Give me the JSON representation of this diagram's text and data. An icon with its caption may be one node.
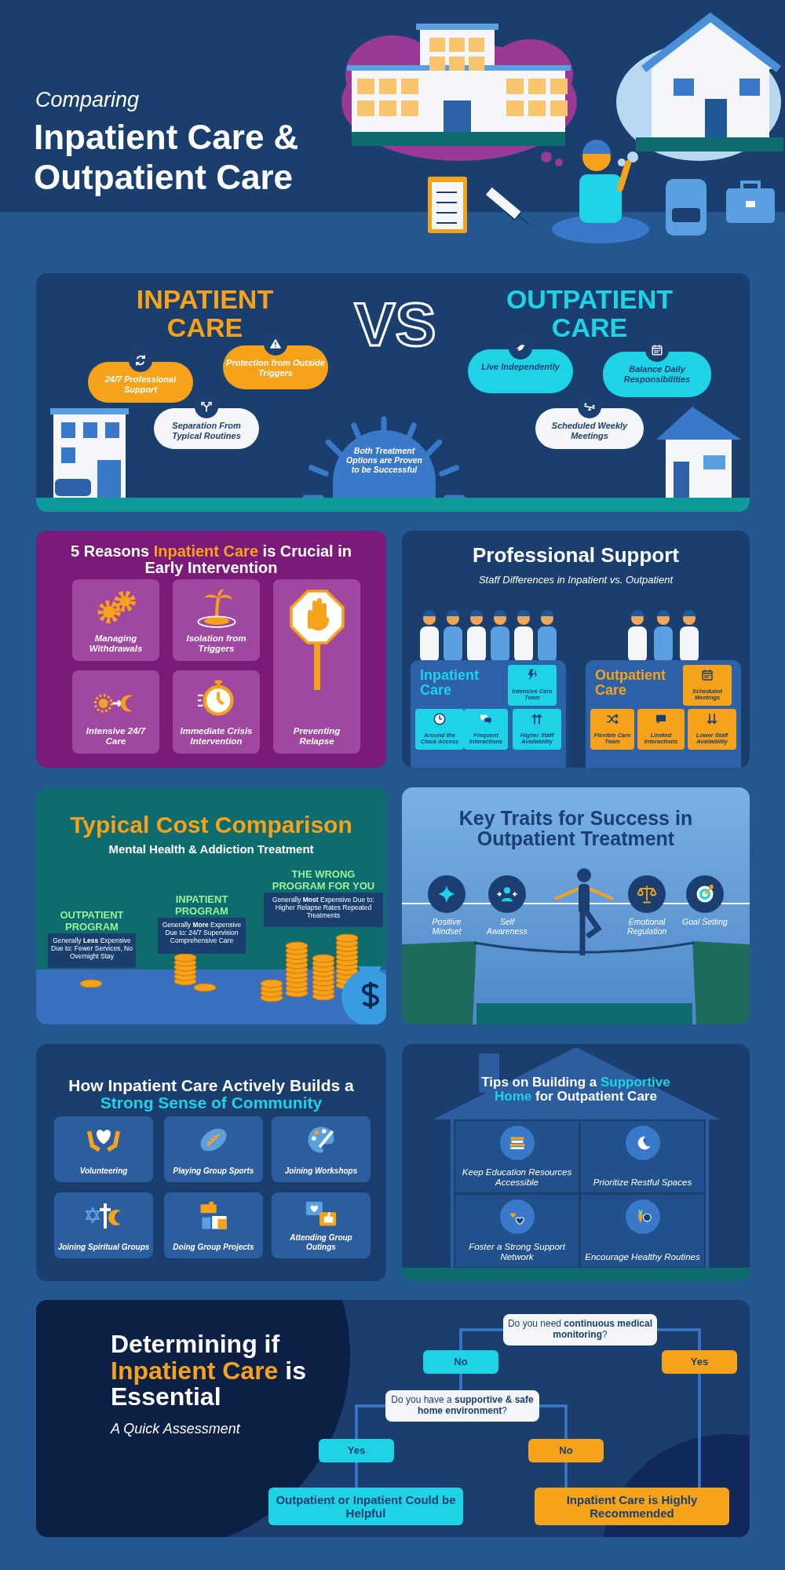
{
  "diagram": {
    "title": "Inpatient Care & Outpatient Care",
    "nodes": [
      {
        "text": [
          "INPATIENT CARE",
          "VS",
          "OUTPATIENT CARE"
        ]
      },
      {
        "text": [
          "24/7 Professional Support"
        ],
        "in": 0
      },
      {
        "text": [
          "Protection from Outside Triggers"
        ],
        "in": 0
      },
      {
        "text": [
          "Separation From Typical Routines"
        ],
        "in": 0
      },
      {
        "text": [
          "Live Independently"
        ],
        "in": 0
      },
      {
        "text": [
          "Balance Daily Responsibilities"
        ],
        "in": 0
      },
      {
        "text": [
          "Scheduled Weekly Meetings"
        ],
        "in": 0
      },
      {
        "text": [
          "Both Treatment Options are Proven to be Successful"
        ],
        "in": 0
      },
      {
        "text": [
          "5 Reasons **Inpatient Care** is Crucial in Early Intervention"
        ]
      },
      {
        "text": [
          "Managing Withdrawals"
        ],
        "in": 8
      },
      {
        "text": [
          "Isolation from Triggers"
        ],
        "in": 8
      },
      {
        "text": [
          "Preventing Relapse"
        ],
        "in": 8
      },
      {
        "text": [
          "Intensive 24/7 Care"
        ],
        "in": 8
      },
      {
        "text": [
          "Immediate Crisis Intervention"
        ],
        "in": 8
      },
      {
        "text": [
          "Professional Support",
          "Staff Differences in Inpatient vs. Outpatient"
        ]
      },
      {
        "text": [
          "Inpatient Care"
        ],
        "in": 14
      },
      {
        "text": [
          "Intensive Care Team"
        ],
        "in": 15
      },
      {
        "text": [
          "Around the Clock Access"
        ],
        "in": 15
      },
      {
        "text": [
          "Frequent Interactions"
        ],
        "in": 15
      },
      {
        "text": [
          "Higher Staff Availability"
        ],
        "in": 15
      },
      {
        "text": [
          "Outpatient Care"
        ],
        "in": 14
      },
      {
        "text": [
          "Scheduled Meetings"
        ],
        "in": 20
      },
      {
        "text": [
          "Flexible Care Team"
        ],
        "in": 20
      },
      {
        "text": [
          "Limited Interactions"
        ],
        "in": 20
      },
      {
        "text": [
          "Lower Staff Availability"
        ],
        "in": 20
      },
      {
        "text": [
          "Typical Cost Comparison",
          "Mental Health & Addiction Treatment"
        ]
      },
      {
        "text": [
          "OUTPATIENT PROGRAM",
          "Generally **Less** Expensive Due to: Fewer Services, No Overnight Stay"
        ],
        "in": 25
      },
      {
        "text": [
          "INPATIENT PROGRAM",
          "Generally **More** Expensive Due to: 24/7 Supervision Comprehensive Care"
        ],
        "in": 25
      },
      {
        "text": [
          "THE WRONG PROGRAM FOR YOU",
          "Generally **Most** Expensive Due to: Higher Relapse Rates Repeated Treatments"
        ],
        "in": 25
      },
      {
        "text": [
          "Key Traits for Success in Outpatient Treatment"
        ]
      },
      {
        "text": [
          "Positive Mindset"
        ],
        "in": 29
      },
      {
        "text": [
          "Self Awareness"
        ],
        "in": 29
      },
      {
        "text": [
          "Emotional Regulation"
        ],
        "in": 29
      },
      {
        "text": [
          "Goal Setting"
        ],
        "in": 29
      },
      {
        "text": [
          "How Inpatient Care Actively Builds a **Strong Sense of Community**"
        ]
      },
      {
        "text": [
          "Volunteering"
        ],
        "in": 34
      },
      {
        "text": [
          "Playing Group Sports"
        ],
        "in": 34
      },
      {
        "text": [
          "Joining Workshops"
        ],
        "in": 34
      },
      {
        "text": [
          "Joining Spiritual Groups"
        ],
        "in": 34
      },
      {
        "text": [
          "Doing Group Projects"
        ],
        "in": 34
      },
      {
        "text": [
          "Attending Group Outings"
        ],
        "in": 34
      },
      {
        "text": [
          "Tips on Building a **Supportive Home** for Outpatient Care"
        ]
      },
      {
        "text": [
          "Keep Education Resources Accessible"
        ],
        "in": 41
      },
      {
        "text": [
          "Prioritize Restful Spaces"
        ],
        "in": 41
      },
      {
        "text": [
          "Foster a Strong Support Network"
        ],
        "in": 41
      },
      {
        "text": [
          "Encourage Healthy Routines"
        ],
        "in": 41
      },
      {
        "text": [
          "Determining if **Inpatient Care** is Essential",
          "A Quick Assessment"
        ]
      },
      {
        "text": [
          "Do you need **continuous medical monitoring**?"
        ],
        "in": 46
      },
      {
        "text": [
          "Do you have a **supportive & safe home environment**?"
        ],
        "in": 46
      },
      {
        "text": [
          "Outpatient or Inpatient Could be Helpful"
        ],
        "in": 46
      },
      {
        "text": [
          "Inpatient Care is Highly Recommended"
        ],
        "in": 46
      }
    ],
    "edges": [
      {
        "from": 47,
        "to": 48,
        "arrow": "none",
        "label": "No"
      },
      {
        "from": 47,
        "to": 50,
        "arrow": "none",
        "label": "Yes"
      },
      {
        "from": 48,
        "to": 49,
        "arrow": "none",
        "label": "Yes"
      },
      {
        "from": 48,
        "to": 50,
        "arrow": "none",
        "label": "No"
      }
    ],
    "labels": [
      "Comparing"
    ]
  }
}
